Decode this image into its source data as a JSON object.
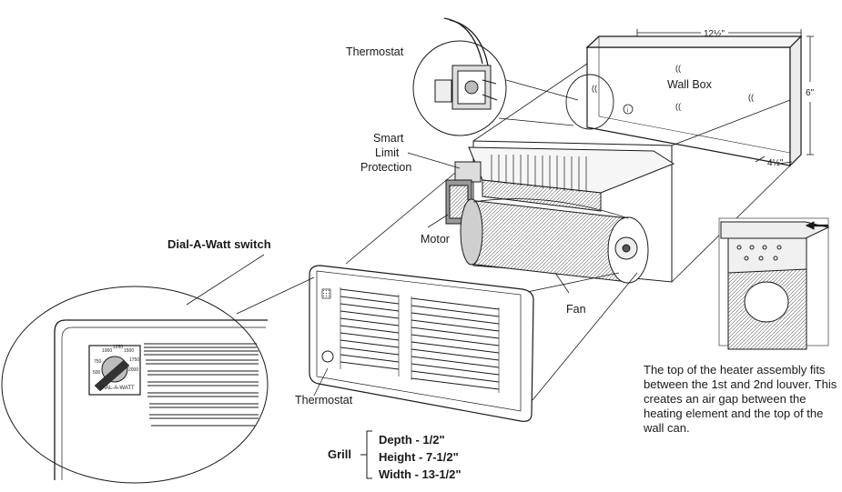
{
  "labels": {
    "thermostat_top": "Thermostat",
    "wall_box": "Wall Box",
    "dim_width": "12½\"",
    "dim_height": "6\"",
    "dim_depth": "4½\"",
    "smart_limit_line1": "Smart",
    "smart_limit_line2": "Limit",
    "smart_limit_line3": "Protection",
    "motor": "Motor",
    "fan": "Fan",
    "dial_a_watt": "Dial-A-Watt switch",
    "thermostat_bottom": "Thermostat",
    "grill": "Grill",
    "dial_brand": "DIAL-A-WATT"
  },
  "dial_values": [
    "1000",
    "1250",
    "1500",
    "1750",
    "2000",
    "750",
    "500"
  ],
  "grill_specs": [
    "Depth - 1/2\"",
    "Height - 7-1/2\"",
    "Width - 13-1/2\""
  ],
  "note": "The top of the heater assembly fits between the 1st and 2nd louver.  This creates an air gap between the heating element and the top of the wall can.",
  "colors": {
    "ink": "#1a1a1a",
    "paper": "#ffffff",
    "shade": "#d9d9d9"
  }
}
